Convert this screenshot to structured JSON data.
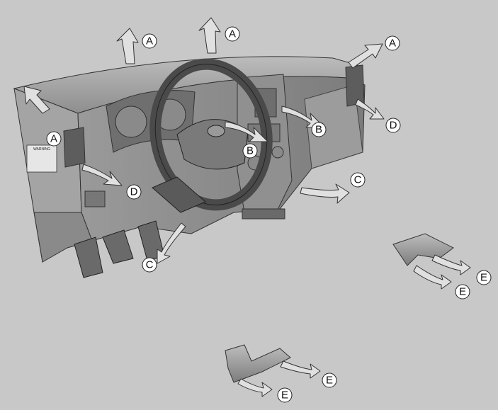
{
  "diagram": {
    "labels": [
      {
        "id": "a1",
        "text": "A"
      },
      {
        "id": "a2",
        "text": "A"
      },
      {
        "id": "a3",
        "text": "A"
      },
      {
        "id": "a4",
        "text": "A"
      },
      {
        "id": "b1",
        "text": "B"
      },
      {
        "id": "b2",
        "text": "B"
      },
      {
        "id": "c1",
        "text": "C"
      },
      {
        "id": "c2",
        "text": "C"
      },
      {
        "id": "d1",
        "text": "D"
      },
      {
        "id": "d2",
        "text": "D"
      },
      {
        "id": "e1",
        "text": "E"
      },
      {
        "id": "e2",
        "text": "E"
      },
      {
        "id": "e3",
        "text": "E"
      },
      {
        "id": "e4",
        "text": "E"
      }
    ],
    "warning_sticker": "WARNING",
    "colors": {
      "background": "#c8c8c8",
      "dash_dark": "#8c8c8c",
      "dash_mid": "#a6a6a6",
      "dash_light": "#bdbdbd",
      "outline": "#333333",
      "airflow_fill": "#e0e0e0"
    }
  }
}
